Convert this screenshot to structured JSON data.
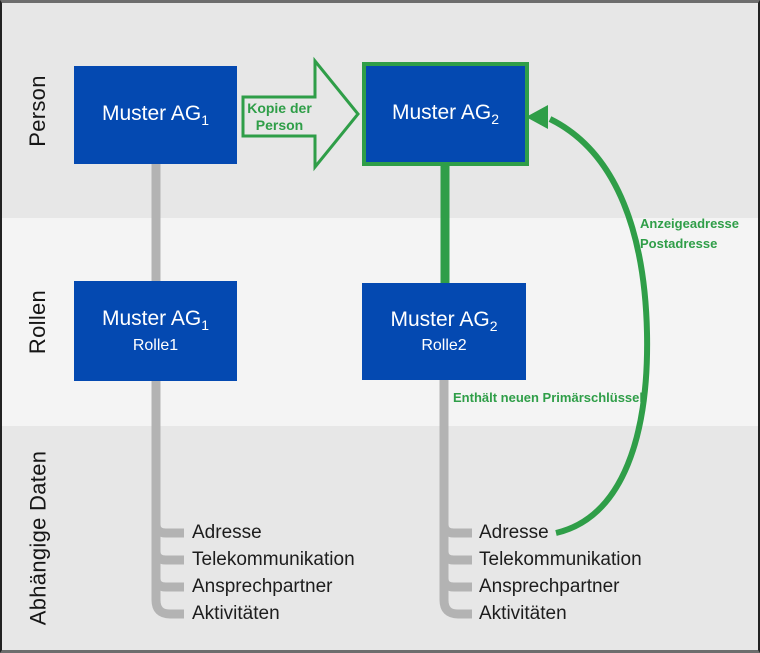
{
  "rows": {
    "person": "Person",
    "rollen": "Rollen",
    "daten": "Abhängige Daten"
  },
  "boxes": {
    "person1": {
      "name": "Muster AG",
      "sub": "1"
    },
    "person2": {
      "name": "Muster AG",
      "sub": "2"
    },
    "rolle1": {
      "name": "Muster AG",
      "sub": "1",
      "role": "Rolle1"
    },
    "rolle2": {
      "name": "Muster AG",
      "sub": "2",
      "role": "Rolle2"
    }
  },
  "annotations": {
    "copy_line1": "Kopie der",
    "copy_line2": "Person",
    "address_line1": "Anzeigeadresse",
    "address_line2": "Postadresse",
    "primary_key": "Enthält neuen Primärschlüssel"
  },
  "dependent_items": [
    "Adresse",
    "Telekommunikation",
    "Ansprechpartner",
    "Aktivitäten"
  ],
  "colors": {
    "box_blue": "#0449b1",
    "green": "#2f9e48",
    "gray_connector": "#b3b3b3",
    "band_dark": "#e7e7e7",
    "band_light": "#f4f4f4",
    "box_text": "#ffffff"
  }
}
